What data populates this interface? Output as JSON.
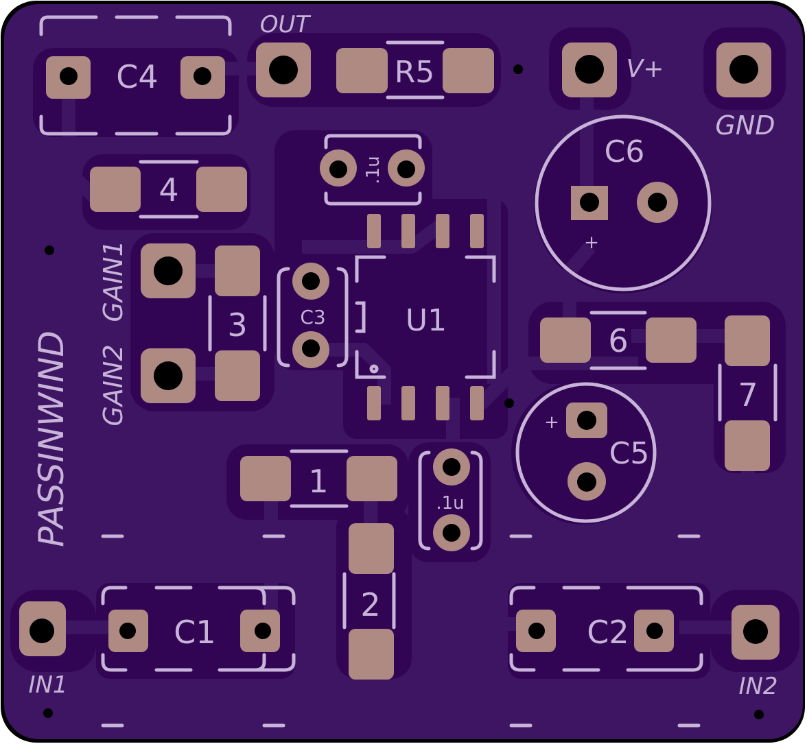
{
  "board": {
    "colors": {
      "substrate": "#3e1563",
      "copper_pour": "#310554",
      "trace": "#3e1563",
      "pad": "#ae8a82",
      "drill": "#000000",
      "silkscreen": "#c8b4d8",
      "edge": "#000000"
    }
  },
  "labels": {
    "out": "OUT",
    "vplus": "V+",
    "gnd": "GND",
    "in1": "IN1",
    "in2": "IN2",
    "gain1": "GAIN1",
    "gain2": "GAIN2",
    "brand": "PASSINWIND"
  },
  "components": {
    "c1": "C1",
    "c2": "C2",
    "c3": "C3",
    "c4": "C4",
    "c5": "C5",
    "c6": "C6",
    "r5": "R5",
    "u1": "U1",
    "r1": "1",
    "r2": "2",
    "r3": "3",
    "r4": "4",
    "r6": "6",
    "r7": "7",
    "cap_top_value": ".1u",
    "cap_bottom_value": ".1u",
    "polarity_mark": "+"
  }
}
